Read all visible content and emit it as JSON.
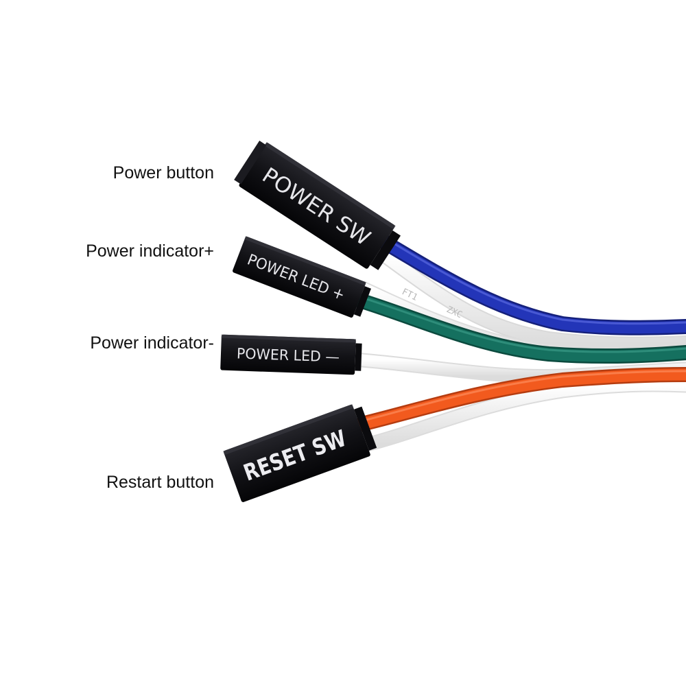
{
  "callouts": {
    "power_button": "Power button",
    "power_led_plus": "Power indicator+",
    "power_led_minus": "Power indicator-",
    "restart_button": "Restart button"
  },
  "connectors": {
    "power_sw": "POWER SW",
    "power_led_plus": "POWER LED +",
    "power_led_minus": "POWER LED —",
    "reset_sw": "RESET SW"
  },
  "wire_print": {
    "mark_a": "FT1",
    "mark_b": "ZXC"
  },
  "colors": {
    "background": "#ffffff",
    "connector_body": "#141418",
    "wire_blue": "#2335b8",
    "wire_green": "#15705f",
    "wire_orange": "#f25a1e",
    "wire_white": "#f7f7f7"
  }
}
